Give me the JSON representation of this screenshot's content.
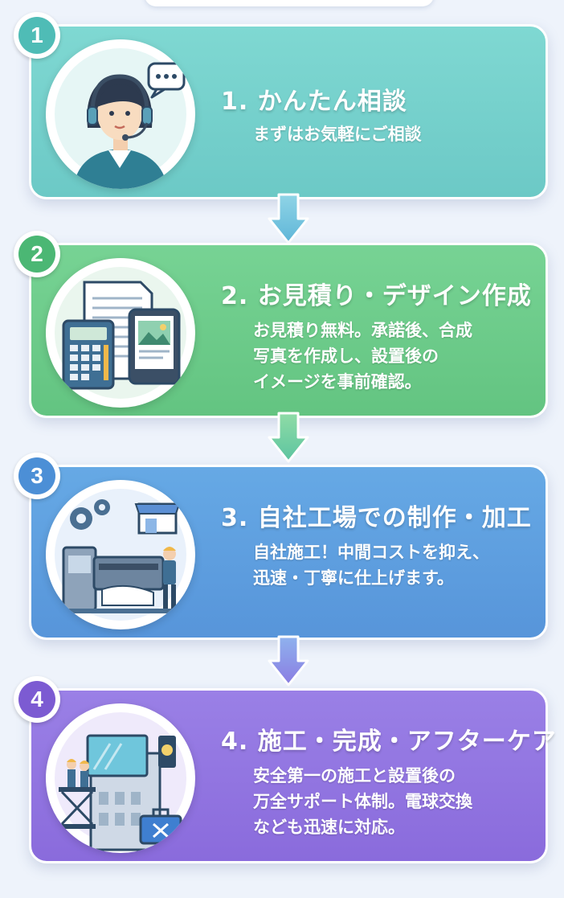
{
  "steps": [
    {
      "number": "1",
      "title": "1. かんたん相談",
      "desc": [
        "まずはお気軽にご相談"
      ],
      "icon": "operator-headset-icon",
      "color": "#6cc9c6"
    },
    {
      "number": "2",
      "title": "2. お見積り・デザイン作成",
      "desc": [
        "お見積り無料。承諾後、合成",
        "写真を作成し、設置後の",
        "イメージを事前確認。"
      ],
      "icon": "calculator-document-tablet-icon",
      "color": "#63c481"
    },
    {
      "number": "3",
      "title": "3. 自社工場での制作・加工",
      "desc": [
        "自社施工！中間コストを抑え、",
        "迅速・丁寧に仕上げます。"
      ],
      "icon": "factory-printer-worker-icon",
      "color": "#5795da"
    },
    {
      "number": "4",
      "title": "4. 施工・完成・アフターケア",
      "desc": [
        "安全第一の施工と設置後の",
        "万全サポート体制。電球交換",
        "なども迅速に対応。"
      ],
      "icon": "signboard-installation-toolbox-icon",
      "color": "#8a6bdc"
    }
  ]
}
